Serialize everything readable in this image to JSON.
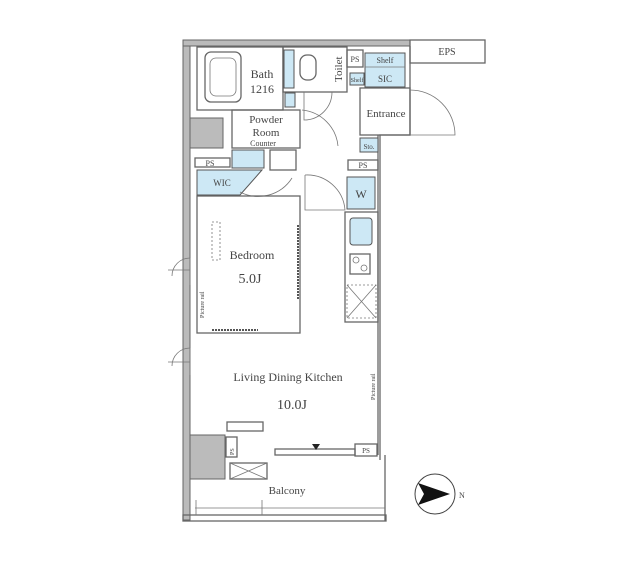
{
  "rooms": {
    "bath": "Bath",
    "bath_size": "1216",
    "toilet": "Toilet",
    "shelf_top": "Shelf",
    "shelf_small": "Shelf",
    "sic": "SIC",
    "entrance": "Entrance",
    "eps": "EPS",
    "powder_room_1": "Powder",
    "powder_room_2": "Room",
    "counter": "Counter",
    "storage": "Sto.",
    "wic": "WIC",
    "washer": "W",
    "bedroom": "Bedroom",
    "bedroom_size": "5.0J",
    "ldk": "Living Dining Kitchen",
    "ldk_size": "10.0J",
    "balcony": "Balcony",
    "picture_rail": "Picture rail",
    "ps": "PS"
  },
  "compass": {
    "label": "N",
    "direction": "east"
  },
  "colors": {
    "wet_area": "#cde8f5",
    "wall": "#666666",
    "column": "#bbbbbb"
  }
}
